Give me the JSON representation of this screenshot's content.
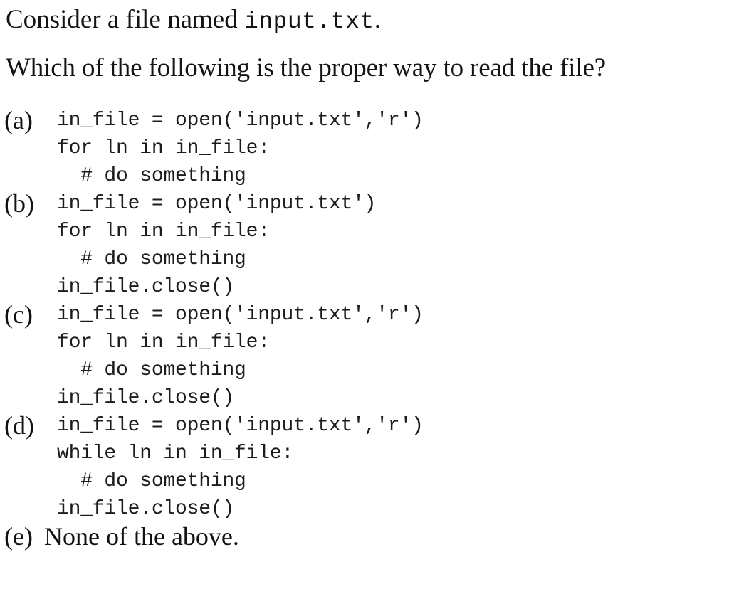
{
  "question": {
    "stem_line_1_prefix": "Consider a file named ",
    "stem_line_1_mono": "input.txt",
    "stem_line_1_suffix": ".",
    "stem_line_2": "Which of the following is the proper way to read the file?"
  },
  "options": [
    {
      "label": "(a)",
      "kind": "code",
      "code": "in_file = open('input.txt','r')\nfor ln in in_file:\n  # do something"
    },
    {
      "label": "(b)",
      "kind": "code",
      "code": "in_file = open('input.txt')\nfor ln in in_file:\n  # do something\nin_file.close()"
    },
    {
      "label": "(c)",
      "kind": "code",
      "code": "in_file = open('input.txt','r')\nfor ln in in_file:\n  # do something\nin_file.close()"
    },
    {
      "label": "(d)",
      "kind": "code",
      "code": "in_file = open('input.txt','r')\nwhile ln in in_file:\n  # do something\nin_file.close()"
    },
    {
      "label": "(e)",
      "kind": "prose",
      "text": "None of the above."
    }
  ],
  "colors": {
    "background": "#ffffff",
    "text": "#1a1a1a"
  }
}
